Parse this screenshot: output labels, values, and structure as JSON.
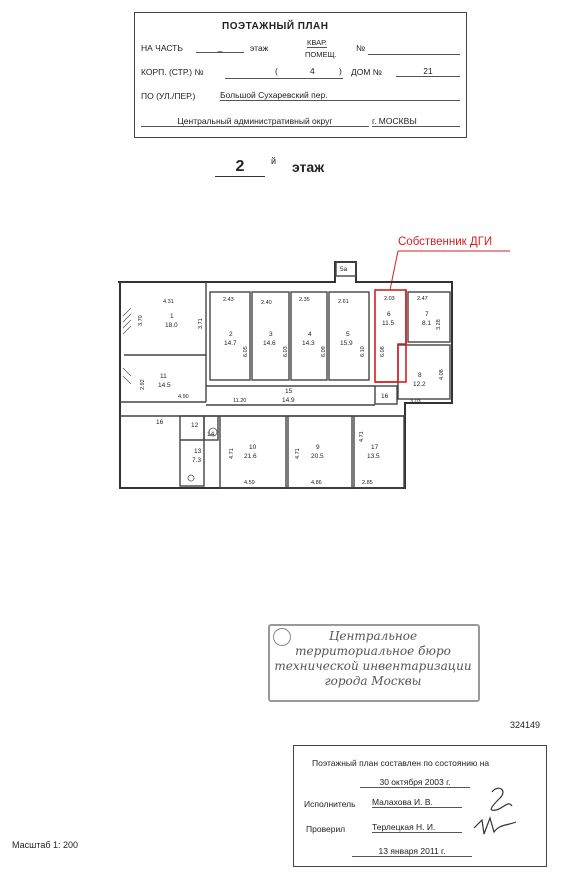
{
  "header": {
    "title": "ПОЭТАЖНЫЙ ПЛАН",
    "na_chast_label": "НА ЧАСТЬ",
    "na_chast_value": "_",
    "etazh_label": "этаж",
    "kvar_label": "КВАР.",
    "pomeshch_label": "ПОМЕЩ.",
    "nomer_sign": "№",
    "korp_label": "КОРП. (СТР.) №",
    "korp_value_open": "(",
    "korp_value": "4",
    "korp_value_close": ")",
    "dom_label": "ДОМ №",
    "dom_value": "21",
    "street_label": "ПО (УЛ./ПЕР.)",
    "street_value": "Большой Сухаревский пер.",
    "district_value": "Центральный административный округ",
    "city_value": "г. МОСКВЫ"
  },
  "floor": {
    "number": "2",
    "suffix": "й",
    "word": "этаж"
  },
  "owner_note": "Собственник ДГИ",
  "plan": {
    "rooms": [
      {
        "no": "1",
        "area": "18.0"
      },
      {
        "no": "2",
        "area": "14.7"
      },
      {
        "no": "3",
        "area": "14.6"
      },
      {
        "no": "4",
        "area": "14.3"
      },
      {
        "no": "5",
        "area": "15.9"
      },
      {
        "no": "6",
        "area": "11.5"
      },
      {
        "no": "7",
        "area": "8.1"
      },
      {
        "no": "8",
        "area": "12.2"
      },
      {
        "no": "9",
        "area": "20.5"
      },
      {
        "no": "10",
        "area": "21.6"
      },
      {
        "no": "11",
        "area": "14.5"
      },
      {
        "no": "12",
        "area": ""
      },
      {
        "no": "13",
        "area": "7.3"
      },
      {
        "no": "14",
        "area": ""
      },
      {
        "no": "15",
        "area": "14.9"
      },
      {
        "no": "16",
        "area": ""
      },
      {
        "no": "17",
        "area": "13.5"
      },
      {
        "no": "5а",
        "area": ""
      }
    ],
    "dims": [
      "4.31",
      "3.70",
      "3.71",
      "2.43",
      "6.05",
      "2.40",
      "6.03",
      "2.35",
      "6.09",
      "2.61",
      "6.10",
      "2.03",
      "6.08",
      "2.47",
      "3.28",
      "4.08",
      "3.03",
      "2.92",
      "4.90",
      "11.20",
      "4.71",
      "4.59",
      "4.71",
      "4.86",
      "4.71",
      "2.85"
    ],
    "outside_label": "16"
  },
  "stamp": {
    "line1": "Центральное",
    "line2": "территориальное бюро",
    "line3": "технической инвентаризации",
    "line4": "города Москвы"
  },
  "doc_number": "324149",
  "footer": {
    "line1": "Поэтажный план составлен по состоянию на",
    "date1": "30 октября 2003 г.",
    "executor_label": "Исполнитель",
    "executor_name": "Малахова И. В.",
    "checker_label": "Проверил",
    "checker_name": "Терлецкая Н. И.",
    "date2": "13 января 2011 г."
  },
  "scale": "Масштаб 1: 200"
}
